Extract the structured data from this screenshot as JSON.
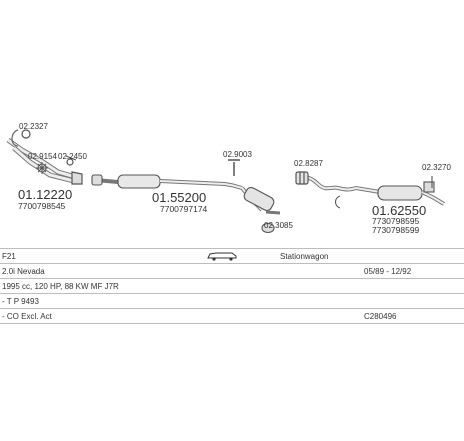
{
  "parts": {
    "clamp_top": "02.2327",
    "gasket_left": "02.9154",
    "clamp_left": "02.2450",
    "front_pipe": "01.12220",
    "front_pipe_oe": "7700798545",
    "bracket_mid": "02.9003",
    "middle_silencer": "01.55200",
    "middle_silencer_oe": "7700797174",
    "hanger_mid": "02.3085",
    "clamp_right": "02.8287",
    "clamp_far_right": "02.3270",
    "rear_silencer": "01.62550",
    "rear_silencer_oe1": "7730798595",
    "rear_silencer_oe2": "7730798599"
  },
  "spec_table": {
    "row1": {
      "c1": "F21",
      "c3": "Stationwagon"
    },
    "row2": {
      "c1": "2.0i Nevada",
      "c4": "05/89 - 12/92"
    },
    "row3": {
      "c1": "1995 cc, 120 HP, 88 KW MF J7R"
    },
    "row4": {
      "c1": "- T P 9493"
    },
    "row5": {
      "c1": "- CO Excl. Act",
      "c4": "C280496"
    }
  },
  "icons": {
    "car": "station-wagon-icon"
  }
}
